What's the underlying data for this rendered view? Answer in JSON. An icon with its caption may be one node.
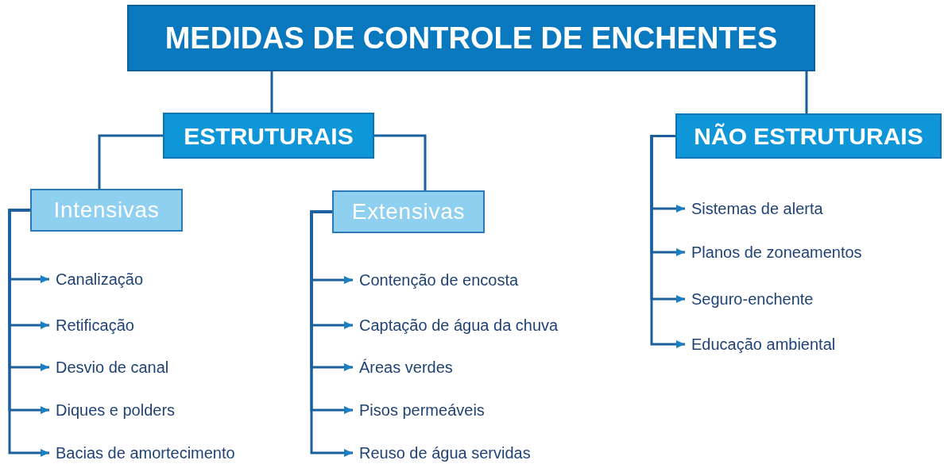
{
  "diagram": {
    "nodes": [
      {
        "text": [
          "MEDIDAS DE CONTROLE DE ENCHENTES"
        ]
      },
      {
        "text": [
          "ESTRUTURAIS"
        ]
      },
      {
        "text": [
          "NÃO ESTRUTURAIS"
        ]
      },
      {
        "text": [
          "Intensivas"
        ]
      },
      {
        "text": [
          "Extensivas"
        ]
      },
      {
        "text": [
          "Canalização"
        ]
      },
      {
        "text": [
          "Retificação"
        ]
      },
      {
        "text": [
          "Desvio de canal"
        ]
      },
      {
        "text": [
          "Diques e polders"
        ]
      },
      {
        "text": [
          "Bacias de amortecimento"
        ]
      },
      {
        "text": [
          "Contenção de encosta"
        ]
      },
      {
        "text": [
          "Captação de água da chuva"
        ]
      },
      {
        "text": [
          "Áreas verdes"
        ]
      },
      {
        "text": [
          "Pisos permeáveis"
        ]
      },
      {
        "text": [
          "Reuso de água servidas"
        ]
      },
      {
        "text": [
          "Sistemas de alerta"
        ]
      },
      {
        "text": [
          "Planos de zoneamentos"
        ]
      },
      {
        "text": [
          "Seguro-enchente"
        ]
      },
      {
        "text": [
          "Educação ambiental"
        ]
      }
    ],
    "edges": [
      {
        "from": 0,
        "to": 1,
        "arrow": "none"
      },
      {
        "from": 0,
        "to": 2,
        "arrow": "none"
      },
      {
        "from": 1,
        "to": 3,
        "arrow": "none"
      },
      {
        "from": 1,
        "to": 4,
        "arrow": "none"
      },
      {
        "from": 3,
        "to": 5,
        "arrow": "to"
      },
      {
        "from": 3,
        "to": 6,
        "arrow": "to"
      },
      {
        "from": 3,
        "to": 7,
        "arrow": "to"
      },
      {
        "from": 3,
        "to": 8,
        "arrow": "to"
      },
      {
        "from": 3,
        "to": 9,
        "arrow": "to"
      },
      {
        "from": 4,
        "to": 10,
        "arrow": "to"
      },
      {
        "from": 4,
        "to": 11,
        "arrow": "to"
      },
      {
        "from": 4,
        "to": 12,
        "arrow": "to"
      },
      {
        "from": 4,
        "to": 13,
        "arrow": "to"
      },
      {
        "from": 4,
        "to": 14,
        "arrow": "to"
      },
      {
        "from": 2,
        "to": 15,
        "arrow": "to"
      },
      {
        "from": 2,
        "to": 16,
        "arrow": "to"
      },
      {
        "from": 2,
        "to": 17,
        "arrow": "to"
      },
      {
        "from": 2,
        "to": 18,
        "arrow": "to"
      }
    ]
  }
}
